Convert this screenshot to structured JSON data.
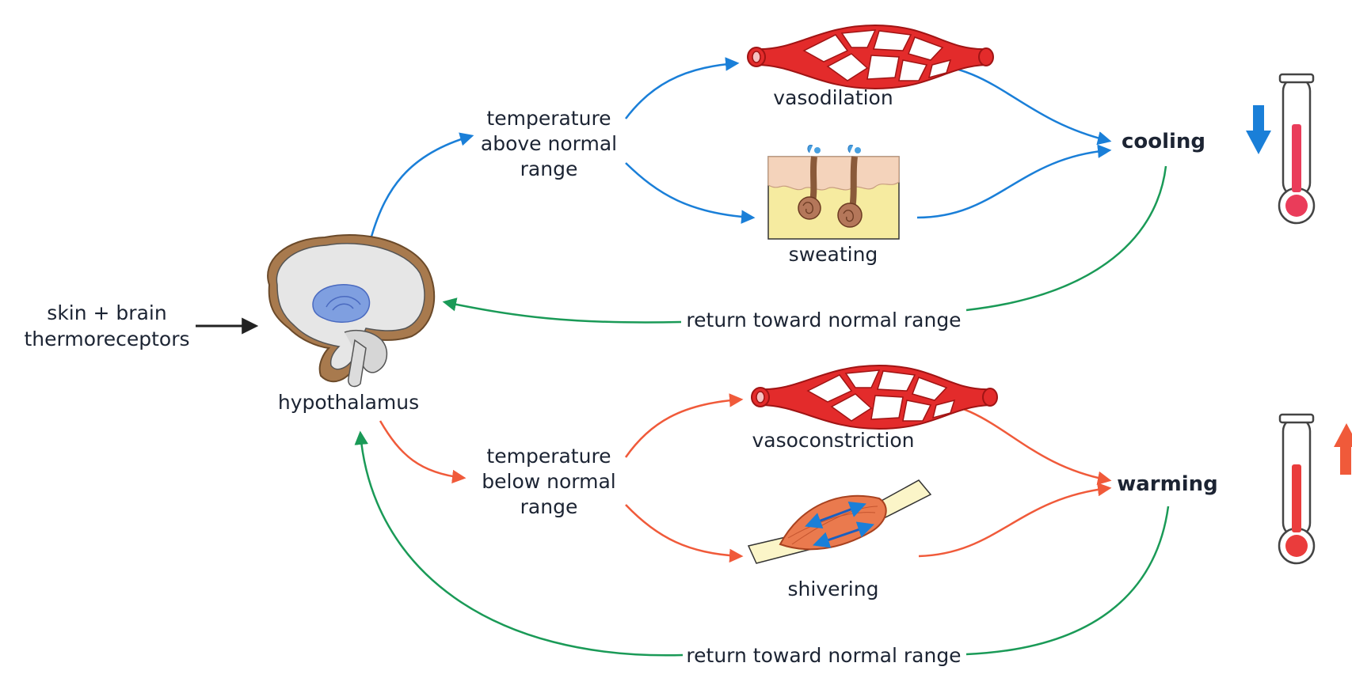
{
  "inputs": {
    "line1": "skin + brain",
    "line2": "thermoreceptors"
  },
  "center": {
    "label": "hypothalamus"
  },
  "high": {
    "line1": "temperature",
    "line2": "above normal",
    "line3": "range",
    "effector_vessel": "vasodilation",
    "effector_skin": "sweating",
    "result": "cooling",
    "feedback": "return toward normal range"
  },
  "low": {
    "line1": "temperature",
    "line2": "below normal",
    "line3": "range",
    "effector_vessel": "vasoconstriction",
    "effector_muscle": "shivering",
    "result": "warming",
    "feedback": "return toward normal range"
  },
  "colors": {
    "cooling_arrow": "#1a7fd8",
    "warming_arrow": "#f05a3a",
    "feedback_arrow": "#1a9a57",
    "input_arrow": "#222222",
    "vessel": "#e32b2b",
    "thermo_fill": "#ea3c5a"
  },
  "icons": {
    "brain": "brain-hypothalamus-icon",
    "vessel": "blood-vessel-icon",
    "skin": "skin-sweat-gland-icon",
    "muscle": "muscle-icon",
    "thermometer": "thermometer-icon",
    "down": "down-arrow-icon",
    "up": "up-arrow-icon"
  }
}
